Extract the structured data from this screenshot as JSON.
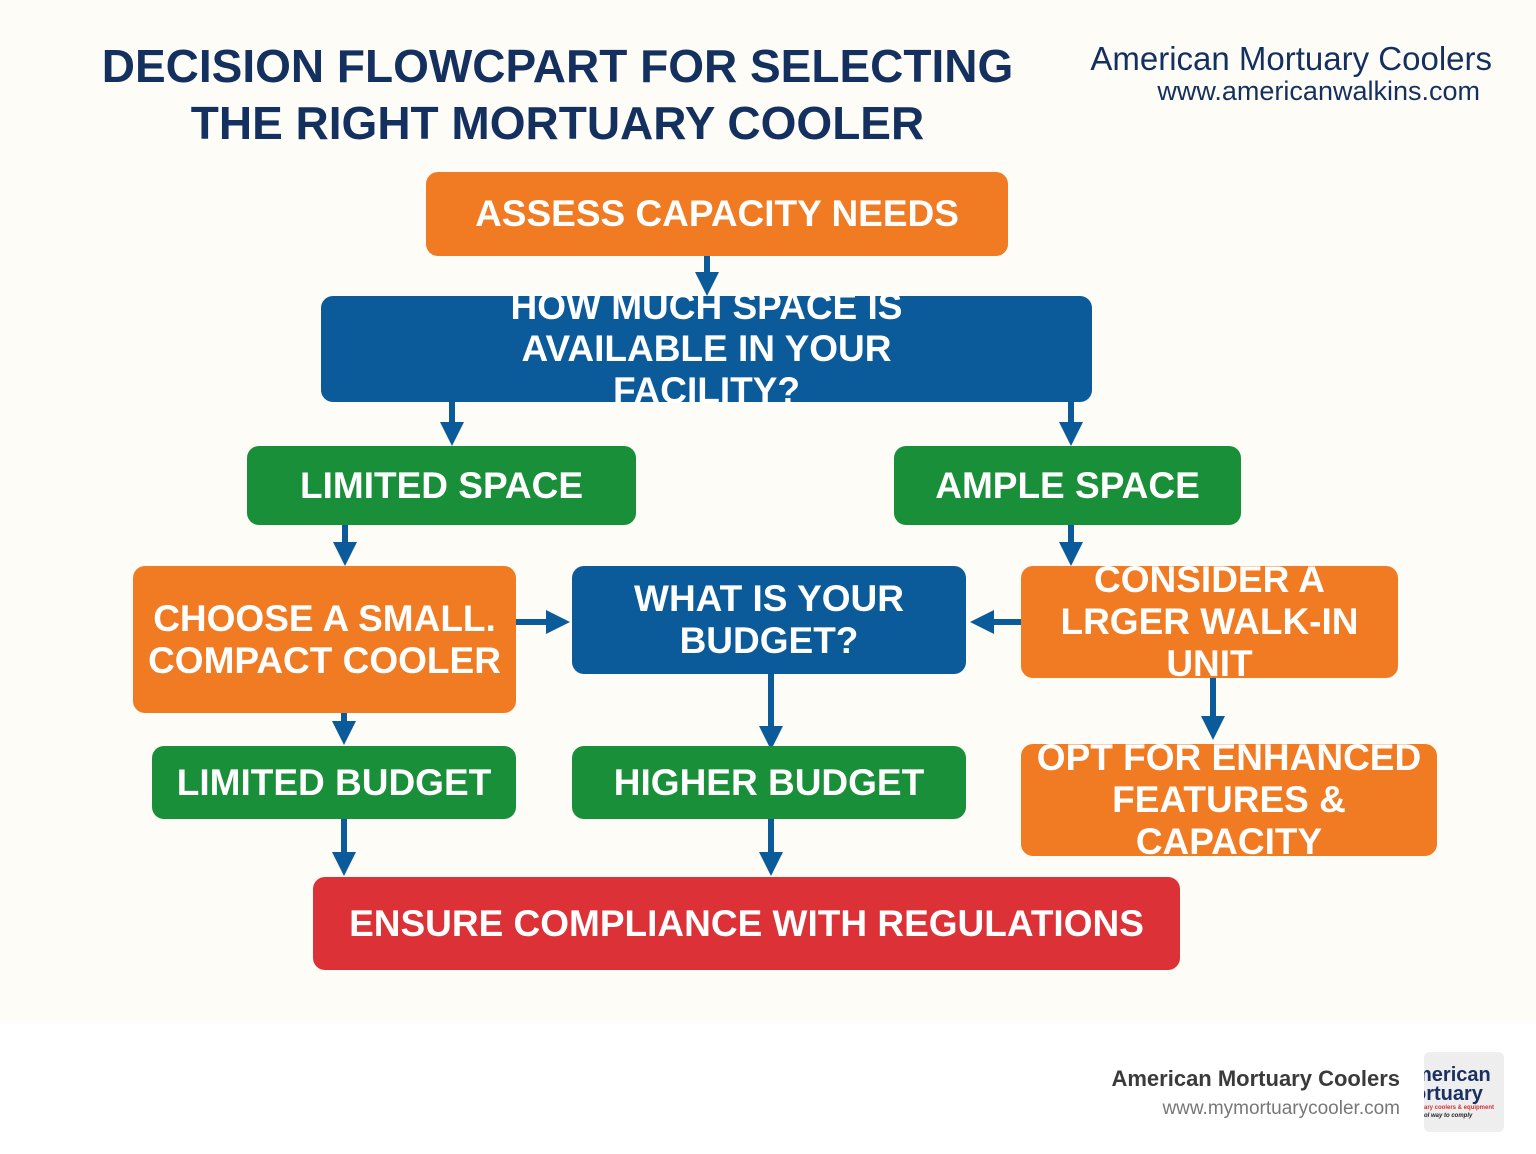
{
  "title": "DECISION FLOWCPART FOR SELECTING THE RIGHT MORTUARY COOLER",
  "brand": {
    "name": "American Mortuary Coolers",
    "url": "www.americanwalkins.com"
  },
  "nodes": {
    "assess": "ASSESS CAPACITY NEEDS",
    "space_question": "HOW MUCH SPACE IS AVAILABLE IN YOUR FACILITY?",
    "limited_space": "LIMITED SPACE",
    "ample_space": "AMPLE SPACE",
    "compact": "CHOOSE A SMALL. COMPACT COOLER",
    "budget_question": "WHAT IS YOUR BUDGET?",
    "walk_in": "CONSIDER A LRGER WALK-IN UNIT",
    "limited_budget": "LIMITED BUDGET",
    "higher_budget": "HIGHER BUDGET",
    "enhanced": "OPT FOR ENHANCED FEATURES & CAPACITY",
    "compliance": "ENSURE COMPLIANCE WITH REGULATIONS"
  },
  "colors": {
    "orange": "#f07b22",
    "blue": "#0b5a9a",
    "green": "#1a8f3a",
    "red": "#dc3237",
    "title": "#14305e"
  },
  "footer": {
    "name": "American Mortuary Coolers",
    "url": "www.mymortuarycooler.com",
    "logo_text": "American Mortuary mortuary coolers & equipment cool way to comply"
  }
}
